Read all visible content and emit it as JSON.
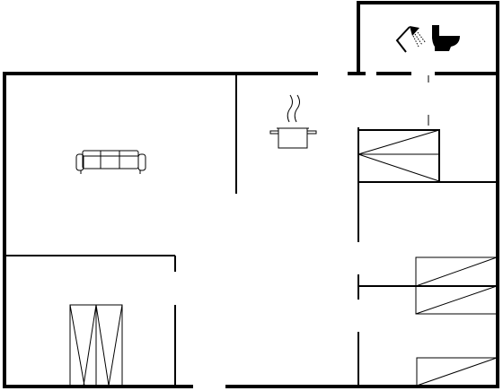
{
  "floor_plan": {
    "rooms": [
      {
        "id": "bathroom",
        "fixtures": [
          "shower-icon",
          "toilet-icon"
        ]
      },
      {
        "id": "living-room",
        "fixtures": [
          "sofa-icon"
        ]
      },
      {
        "id": "kitchen",
        "fixtures": [
          "cooking-pot-icon"
        ]
      },
      {
        "id": "bedroom-left",
        "fixtures": [
          "double-bed-icon"
        ]
      },
      {
        "id": "bedroom-right-upper",
        "fixtures": [
          "single-bed-icon"
        ]
      },
      {
        "id": "bedroom-right-lower",
        "fixtures": [
          "bunk-bed-icon",
          "single-bed-icon"
        ]
      }
    ],
    "colors": {
      "wall": "#000000",
      "background": "#ffffff"
    }
  }
}
